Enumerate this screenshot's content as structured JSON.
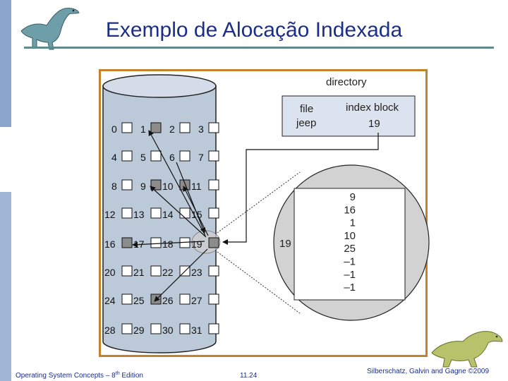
{
  "slide": {
    "title": "Exemplo de Alocação Indexada"
  },
  "diagram": {
    "directory_label": "directory",
    "directory_headers": [
      "file",
      "index block"
    ],
    "directory_row": {
      "file": "jeep",
      "index_block": "19"
    },
    "index_block_label": "19",
    "index_block_entries": [
      "9",
      "16",
      "1",
      "10",
      "25",
      "–1",
      "–1",
      "–1"
    ],
    "blocks": [
      "0",
      "1",
      "2",
      "3",
      "4",
      "5",
      "6",
      "7",
      "8",
      "9",
      "10",
      "11",
      "12",
      "13",
      "14",
      "15",
      "16",
      "17",
      "18",
      "19",
      "20",
      "21",
      "22",
      "23",
      "24",
      "25",
      "26",
      "27",
      "28",
      "29",
      "30",
      "31"
    ],
    "highlighted_blocks": [
      "1",
      "9",
      "10",
      "16",
      "19",
      "25"
    ]
  },
  "footer": {
    "left_text": "Operating System Concepts – 8",
    "left_superscript": "th",
    "left_suffix": " Edition",
    "page_number": "11.24",
    "right_text": "Silberschatz, Galvin and Gagne ©2009"
  },
  "colors": {
    "title": "#1b2e8a",
    "disk_fill": "#bcc9d9",
    "directory_fill": "#dbe3ee",
    "magnifier_fill": "#d2d2d2",
    "frame_border": "#c3812c",
    "sidebar": "#8aa6cc",
    "rule": "#5f8a8b"
  },
  "icons": {
    "top_left": "dinosaur-icon",
    "bottom_right": "dinosaur-icon"
  }
}
